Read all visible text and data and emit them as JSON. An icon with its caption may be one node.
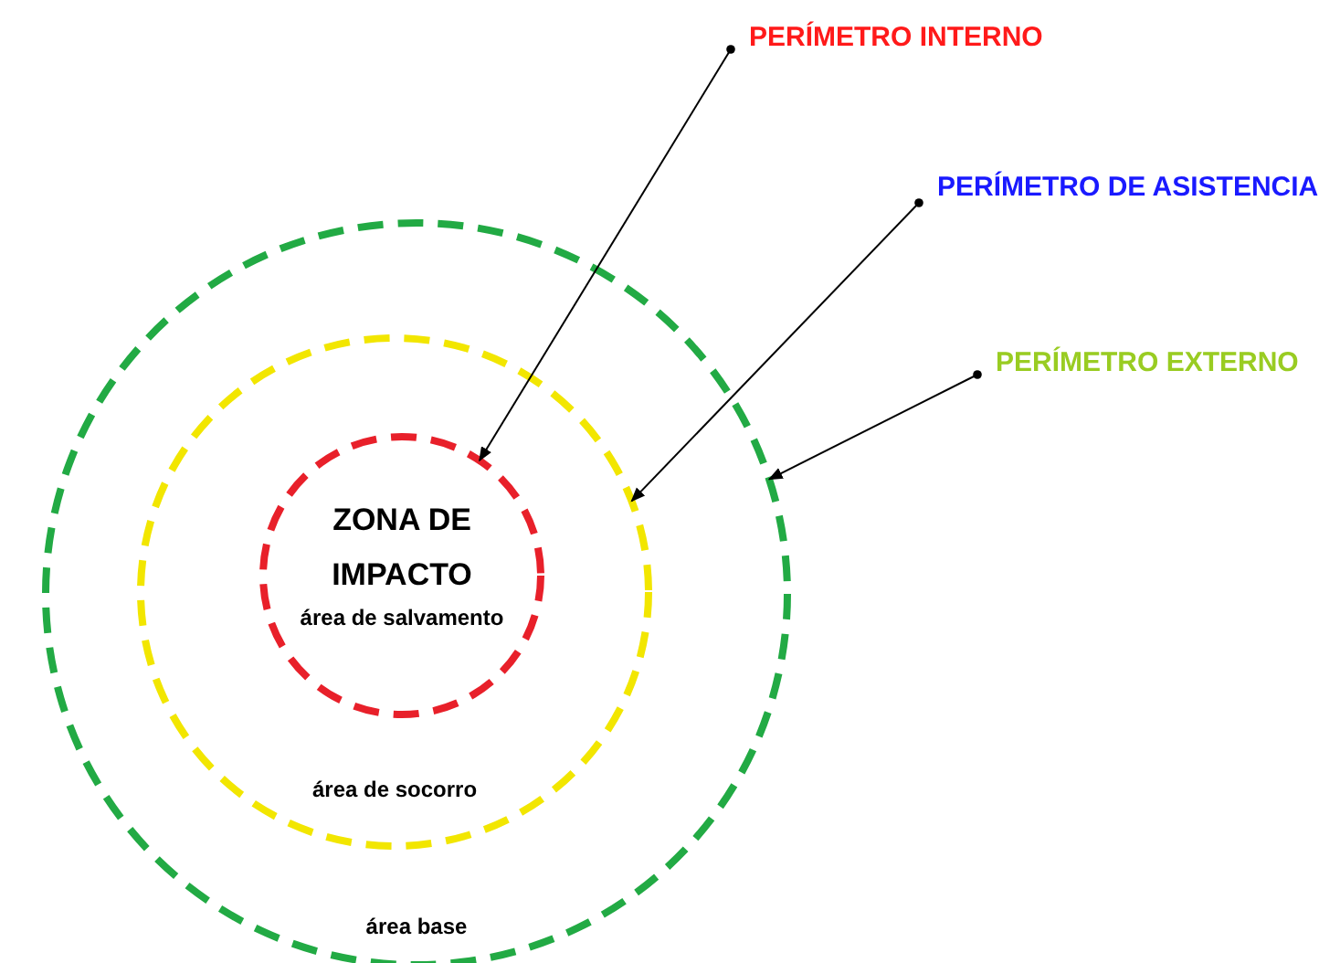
{
  "diagram": {
    "nodes": [
      {
        "text": [
          "PERÍMETRO INTERNO"
        ]
      },
      {
        "text": [
          "PERÍMETRO DE ASISTENCIA"
        ]
      },
      {
        "text": [
          "PERÍMETRO EXTERNO"
        ]
      },
      {
        "text": [
          "área base"
        ]
      },
      {
        "text": [
          "área de socorro"
        ],
        "in": 3
      },
      {
        "text": [
          "ZONA DE IMPACTO",
          "área de salvamento"
        ],
        "in": 4
      }
    ],
    "edges": [
      {
        "from": 0,
        "to": 5,
        "arrow": "to"
      },
      {
        "from": 1,
        "to": 4,
        "arrow": "to"
      },
      {
        "from": 2,
        "to": 3,
        "arrow": "to"
      }
    ]
  }
}
